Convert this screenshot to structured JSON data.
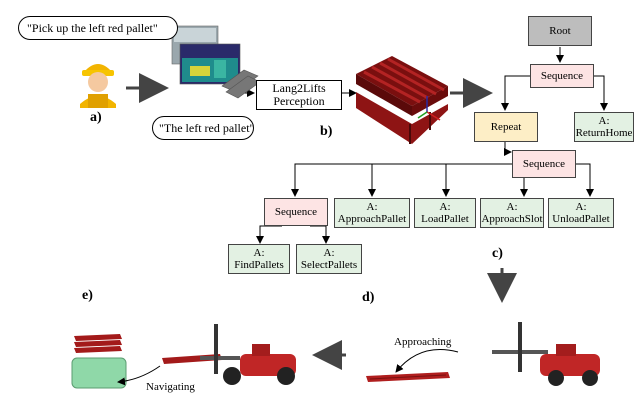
{
  "speech": {
    "command": "\"Pick up the left red pallet\"",
    "parsed": "\"The left red pallet\""
  },
  "perception": {
    "line1": "Lang2Lifts",
    "line2": "Perception"
  },
  "labels": {
    "a": "a)",
    "b": "b)",
    "c": "c)",
    "d": "d)",
    "e": "e)"
  },
  "tree": {
    "root": "Root",
    "sequence_top": "Sequence",
    "return_home_line1": "A:",
    "return_home_line2": "ReturnHome",
    "repeat": "Repeat",
    "sequence_mid": "Sequence",
    "approach_pallet_line1": "A:",
    "approach_pallet_line2": "ApproachPallet",
    "load_pallet_line1": "A:",
    "load_pallet_line2": "LoadPallet",
    "approach_slot_line1": "A:",
    "approach_slot_line2": "ApproachSlot",
    "unload_pallet_line1": "A:",
    "unload_pallet_line2": "UnloadPallet",
    "sequence_low": "Sequence",
    "find_pallets_line1": "A:",
    "find_pallets_line2": "FindPallets",
    "select_pallets_line1": "A:",
    "select_pallets_line2": "SelectPallets"
  },
  "scenes": {
    "approaching": "Approaching",
    "navigating": "Navigating"
  },
  "colors": {
    "pallet_red": "#9c1a1a",
    "root_gray": "#bdbdbd",
    "sequence_pink": "#fde4e4",
    "repeat_yellow": "#fdeec6",
    "action_green": "#e3f1e3",
    "panel_fill": "#d9dbe6",
    "zone_green": "#8fd8a8"
  }
}
